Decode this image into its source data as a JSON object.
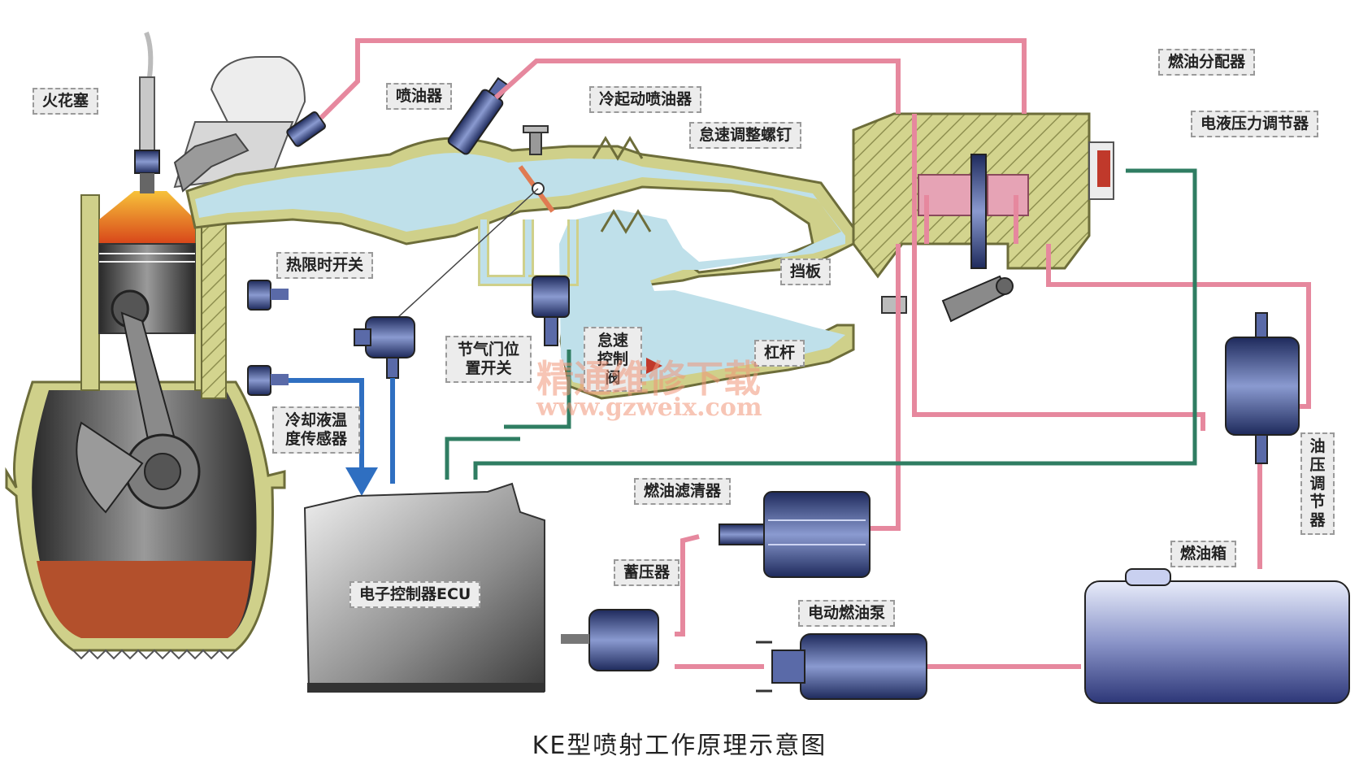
{
  "caption": "KE型喷射工作原理示意图",
  "watermark": {
    "title": "精通维修下载",
    "url": "www.gzweix.com"
  },
  "labels": {
    "spark_plug": "火花塞",
    "injector": "喷油器",
    "cold_start_injector": "冷起动喷油器",
    "idle_screw": "怠速调整螺钉",
    "fuel_distributor": "燃油分配器",
    "pressure_regulator_electro": "电液压力调节器",
    "thermo_time_switch": "热限时开关",
    "baffle": "挡板",
    "throttle_switch": "节气门位置开关",
    "idle_valve": "怠速控制阀",
    "lever": "杠杆",
    "coolant_sensor": "冷却液温度传感器",
    "ecu": "电子控制器ECU",
    "fuel_filter": "燃油滤清器",
    "accumulator": "蓄压器",
    "fuel_pump": "电动燃油泵",
    "fuel_tank": "燃油箱",
    "fuel_pressure_regulator": "油压调节器"
  },
  "colors": {
    "air": "#bfe0ea",
    "wall": "#cfd08a",
    "fuel_line": "#e6889e",
    "signal_green": "#2f7d62",
    "signal_blue": "#2f6fc1",
    "metal": "#3a4e8e",
    "oil": "#b3502c",
    "combustion": "#e2641f"
  }
}
